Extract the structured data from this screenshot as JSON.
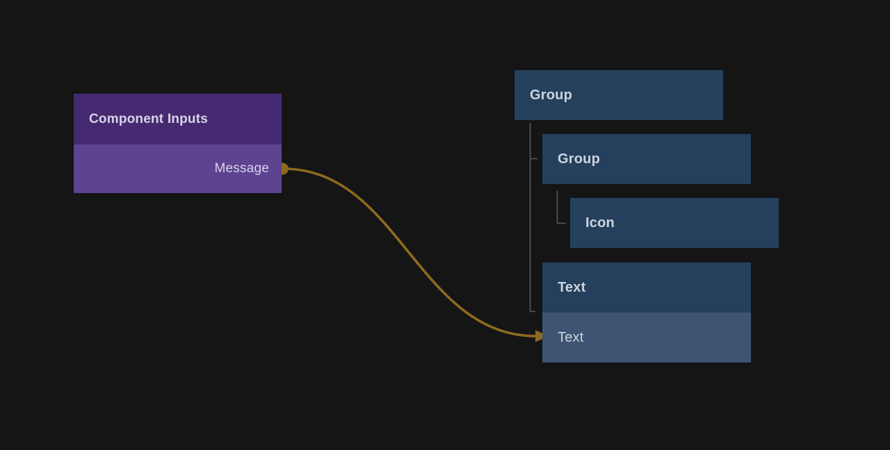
{
  "colors": {
    "canvas_bg": "#151515",
    "inputs_header_bg": "#452a71",
    "inputs_row_bg": "#5d4390",
    "inputs_text": "#d8d3e8",
    "node_bg": "#24405c",
    "node_row_bg": "#3d5573",
    "node_text": "#cbd4de",
    "tree_line": "#58595c",
    "wire": "#8e6a1e"
  },
  "inputs_node": {
    "title": "Component Inputs",
    "outputs": [
      {
        "label": "Message",
        "port_color": "#8e6a1e"
      }
    ]
  },
  "tree": {
    "nodes": [
      {
        "label": "Group",
        "depth": 0
      },
      {
        "label": "Group",
        "depth": 1
      },
      {
        "label": "Icon",
        "depth": 2
      },
      {
        "label": "Text",
        "depth": 1,
        "row_label": "Text",
        "row_selected": true
      }
    ]
  },
  "connection": {
    "from": "Message",
    "to": "Text",
    "color": "#8e6a1e"
  }
}
